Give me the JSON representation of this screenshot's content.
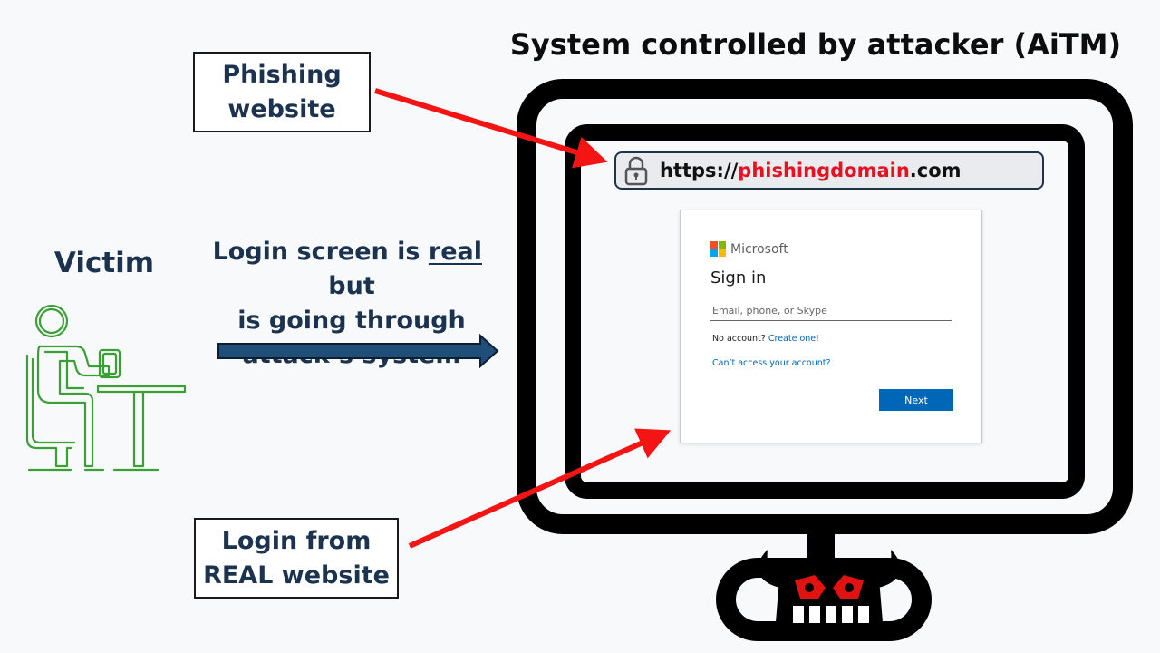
{
  "title": "System controlled by attacker (AiTM)",
  "callouts": {
    "phishing_line1": "Phishing",
    "phishing_line2": "website",
    "login_line1": "Login from",
    "login_line2": "REAL website"
  },
  "victim_label": "Victim",
  "explanation": {
    "part1": "Login screen is",
    "underlined": "real",
    "part2": "but",
    "line2": "is going through",
    "line3": "attack’s system"
  },
  "url": {
    "prefix": "https://",
    "domain": "phishingdomain",
    "suffix": ".com"
  },
  "login": {
    "brand": "Microsoft",
    "heading": "Sign in",
    "email_placeholder": "Email, phone, or Skype",
    "no_account": "No account?",
    "create_link": "Create one!",
    "cant_access": "Can’t access your account?",
    "next_label": "Next"
  },
  "icons": {
    "lock": "padlock-icon",
    "victim": "person-at-desk-icon",
    "attacker": "devil-face-icon",
    "windows_logo": "microsoft-logo-icon"
  },
  "colors": {
    "text_navy": "#1c3350",
    "arrow_red": "#f51414",
    "victim_green": "#3aa035",
    "flow_arrow": "#1f4e79",
    "ms_blue": "#0067b8",
    "devil_red": "#e01212"
  }
}
